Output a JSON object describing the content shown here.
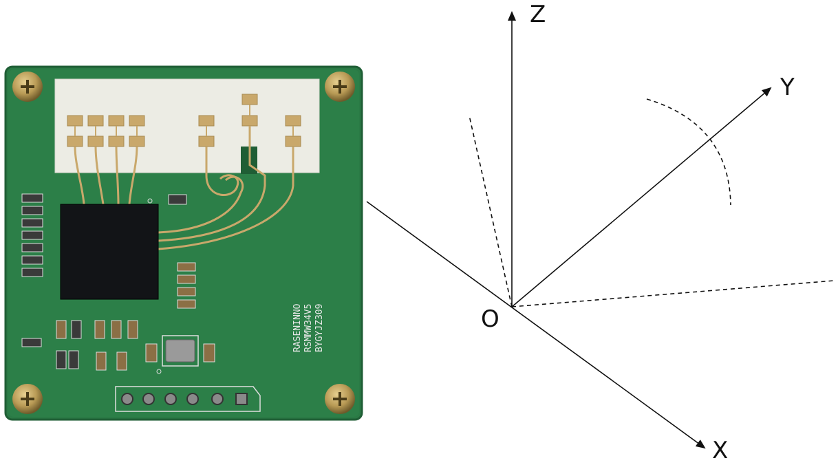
{
  "pcb": {
    "silkscreen_lines": [
      "RASENINNO",
      "RSMMW34V5",
      "BYGYJZ309"
    ],
    "colors": {
      "board": "#2a7a45",
      "board_edge": "#1f5e35",
      "antenna_area": "#ecece4",
      "copper_pad": "#c9a86b",
      "chip": "#121417",
      "screw": "#b89a55",
      "screw_dark": "#6e5a2a",
      "component": "#3a3a3a"
    }
  },
  "axes": {
    "labels": {
      "z": "Z",
      "y": "Y",
      "x": "X",
      "origin": "O"
    },
    "colors": {
      "line": "#111111"
    }
  }
}
